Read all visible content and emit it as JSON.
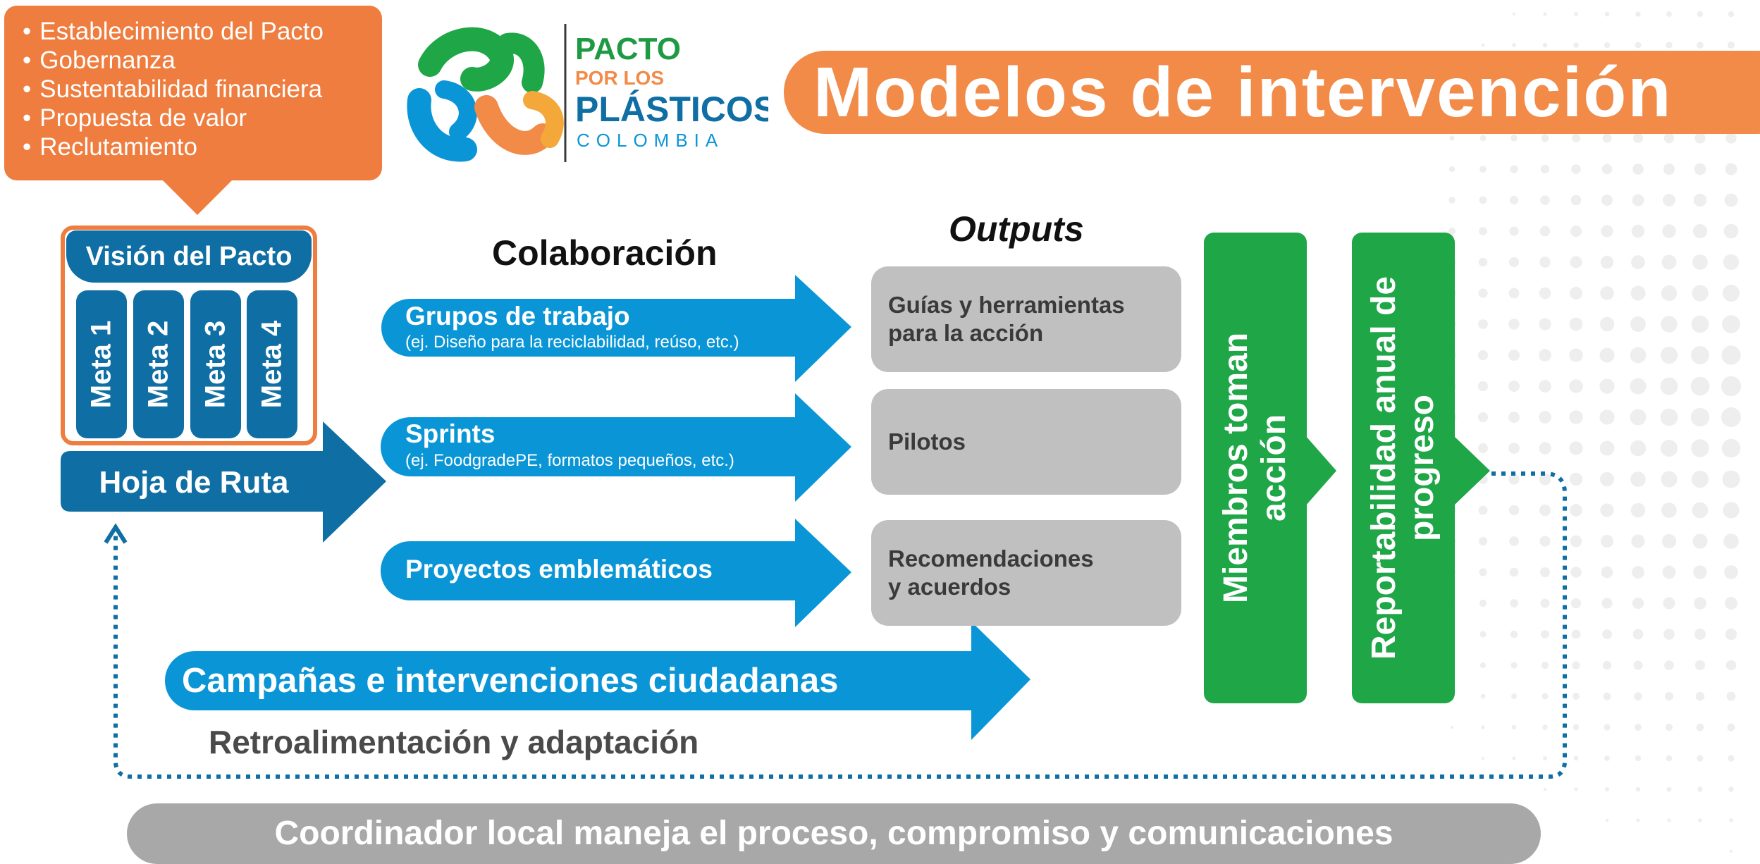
{
  "header": {
    "bullets": [
      "Establecimiento del Pacto",
      "Gobernanza",
      "Sustentabilidad financiera",
      "Propuesta de valor",
      "Reclutamiento"
    ],
    "logo": {
      "line1": "PACTO",
      "line2": "POR LOS",
      "line3": "PLÁSTICOS",
      "line4": "COLOMBIA"
    },
    "title": "Modelos de intervención"
  },
  "vision": {
    "title": "Visión del Pacto",
    "metas": [
      "Meta 1",
      "Meta 2",
      "Meta 3",
      "Meta 4"
    ],
    "roadmap": "Hoja de Ruta"
  },
  "collaboration": {
    "heading": "Colaboración",
    "items": [
      {
        "title": "Grupos de trabajo",
        "subtitle": "(ej. Diseño para la reciclabilidad, reúso, etc.)"
      },
      {
        "title": "Sprints",
        "subtitle": "(ej. FoodgradePE, formatos pequeños, etc.)"
      },
      {
        "title": "Proyectos emblemáticos",
        "subtitle": ""
      }
    ]
  },
  "outputs": {
    "heading": "Outputs",
    "items": [
      {
        "line1": "Guías y herramientas",
        "line2": "para la acción"
      },
      {
        "line1": "Pilotos",
        "line2": ""
      },
      {
        "line1": "Recomendaciones",
        "line2": "y acuerdos"
      }
    ]
  },
  "actions": {
    "members": {
      "line1": "Miembros toman",
      "line2": "acción"
    },
    "reporting": {
      "line1": "Reportabilidad anual de",
      "line2": "progreso"
    }
  },
  "campaigns": "Campañas e intervenciones ciudadanas",
  "feedback": "Retroalimentación y adaptación",
  "coordinator": "Coordinador local maneja el proceso, compromiso y comunicaciones",
  "colors": {
    "orange": "#ee7d3f",
    "dark_blue": "#0f6ea3",
    "light_blue": "#0a96d6",
    "gray": "#c0c0c0",
    "green": "#1ea647",
    "footer_gray": "#a8a8a8"
  }
}
